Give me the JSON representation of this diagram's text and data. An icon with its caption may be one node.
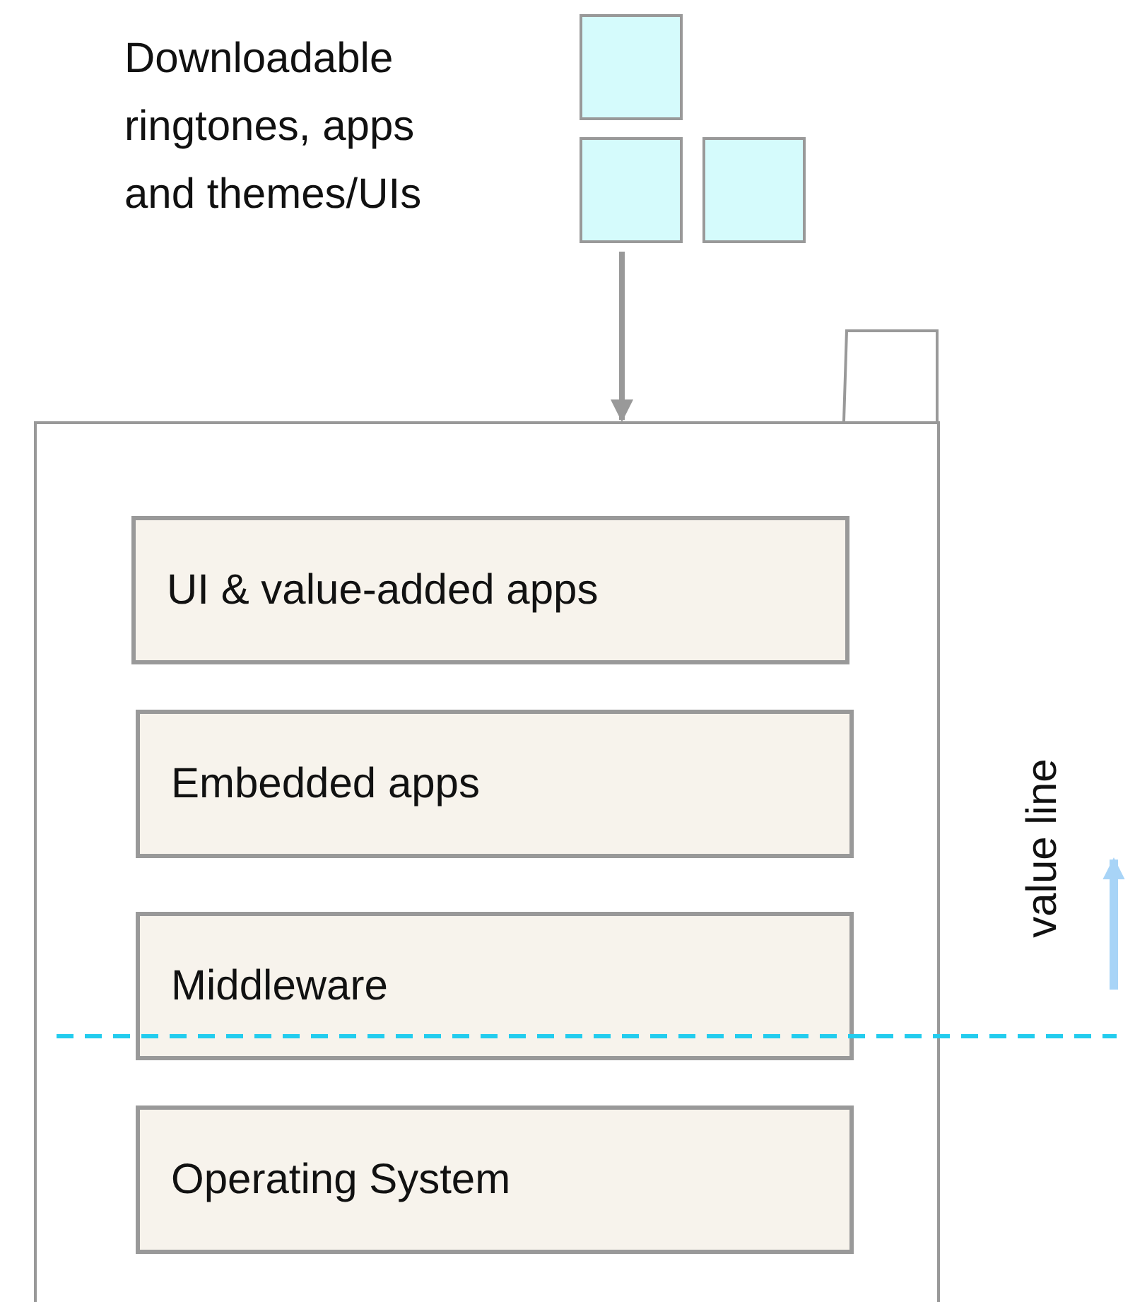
{
  "diagram": {
    "nodes": [
      {
        "text": [
          "Downloadable ringtones, apps and themes/UIs"
        ]
      },
      {
        "text": [],
        "shape": "box"
      },
      {
        "text": [],
        "shape": "box"
      },
      {
        "text": [],
        "shape": "box"
      },
      {
        "text": [],
        "shape": "box"
      },
      {
        "text": [
          "UI & value-added apps"
        ],
        "in": 4
      },
      {
        "text": [
          "Embedded apps"
        ],
        "in": 4
      },
      {
        "text": [
          "Middleware"
        ],
        "in": 4
      },
      {
        "text": [
          "Operating System"
        ],
        "in": 4
      }
    ],
    "edges": [
      {
        "from": 2,
        "to": 4,
        "arrow": "to"
      }
    ],
    "labels": [
      "value line"
    ]
  }
}
